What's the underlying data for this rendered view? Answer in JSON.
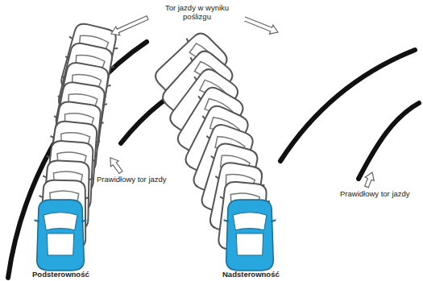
{
  "diagram": {
    "labels": [
      "Tor jazdy w wyniku poślizgu",
      "Prawidłowy tor jazdy",
      "Prawidłowy tor jazdy",
      "Podsterowność",
      "Nadsterowność"
    ]
  }
}
